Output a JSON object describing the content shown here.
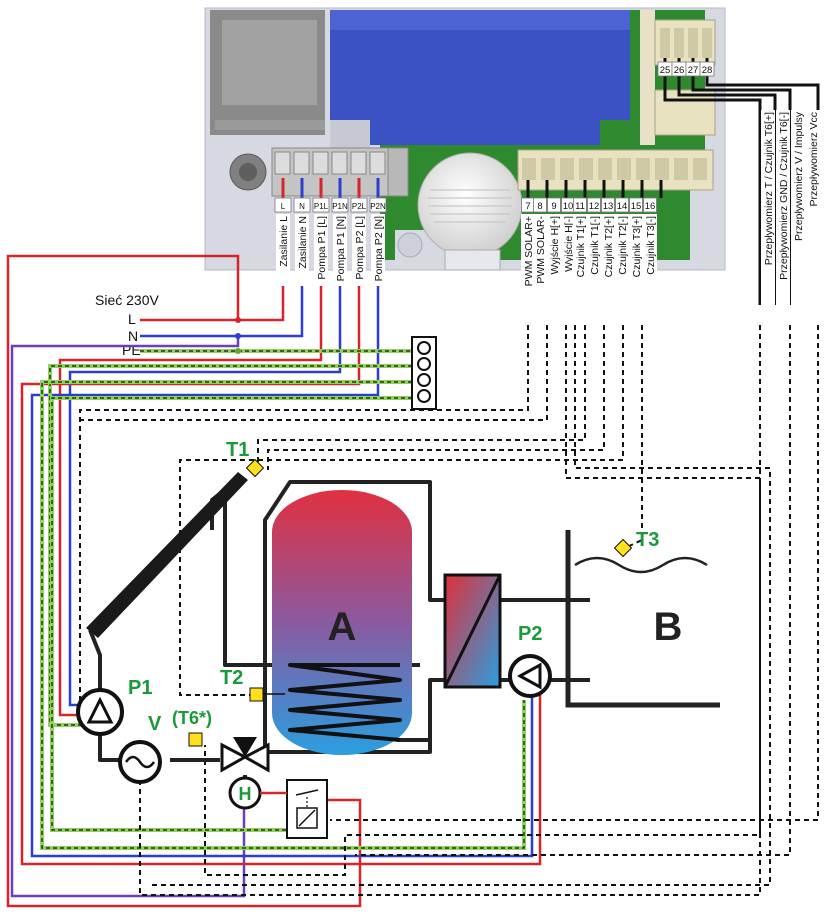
{
  "mains": {
    "title": "Sieć 230V",
    "L": "L",
    "N": "N",
    "PE": "PE"
  },
  "power_terminals": {
    "codes": [
      "L",
      "N",
      "P1L",
      "P1N",
      "P2L",
      "P2N"
    ],
    "labels": [
      "Zasilanie L",
      "Zasilanie N",
      "Pompa P1 [L]",
      "Pompa P1 [N]",
      "Pompa P2 [L]",
      "Pompa P2 [N]"
    ]
  },
  "signal_terminals": {
    "numbers": [
      "7",
      "8",
      "9",
      "10",
      "11",
      "12",
      "13",
      "14",
      "15",
      "16"
    ],
    "labels": [
      "PWM SOLAR+",
      "PWM SOLAR-",
      "Wyjście H[+]",
      "Wyjście H[-]",
      "Czujnik T1[+]",
      "Czujnik T1[-]",
      "Czujnik T2[+]",
      "Czujnik T2[-]",
      "Czujnik T3[+]",
      "Czujnik T3[-]"
    ]
  },
  "flow_terminals": {
    "numbers": [
      "25",
      "26",
      "27",
      "28"
    ],
    "labels": [
      "Przepływomierz T / Czujnik T6[+]",
      "Przepływomierz GND / Czujnik T6[-]",
      "Przepływomierz V / Impulsy",
      "Przepływomierz Vcc"
    ]
  },
  "components": {
    "T1": "T1",
    "T2": "T2",
    "T3": "T3",
    "T6": "(T6*)",
    "P1": "P1",
    "P2": "P2",
    "V": "V",
    "H": "H",
    "A": "A",
    "B": "B"
  },
  "colors": {
    "L": "#d8232a",
    "N": "#2a3fd0",
    "PE": "#8fd35a",
    "H_wire": "#6a3fb8",
    "sensor": "#ffe01a",
    "label_green": "#1a9a3a",
    "pcb": "#2f8a2f",
    "lcd": "#3b52c4",
    "tank_top": "#e03040",
    "tank_bottom": "#2a9ee0"
  }
}
